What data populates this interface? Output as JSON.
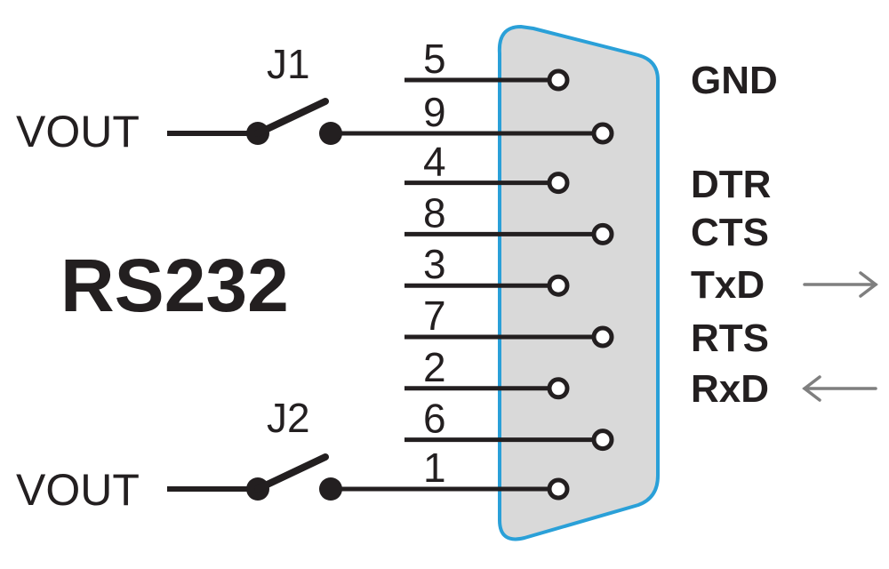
{
  "title": "RS232",
  "jumpers": [
    {
      "name": "J1",
      "source": "VOUT",
      "pin": "9"
    },
    {
      "name": "J2",
      "source": "VOUT",
      "pin": "1"
    }
  ],
  "pins": [
    "5",
    "9",
    "4",
    "8",
    "3",
    "7",
    "2",
    "6",
    "1"
  ],
  "signals": [
    {
      "pin": "5",
      "label": "GND",
      "arrow": ""
    },
    {
      "pin": "4",
      "label": "DTR",
      "arrow": ""
    },
    {
      "pin": "8",
      "label": "CTS",
      "arrow": ""
    },
    {
      "pin": "3",
      "label": "TxD",
      "arrow": "out"
    },
    {
      "pin": "7",
      "label": "RTS",
      "arrow": ""
    },
    {
      "pin": "2",
      "label": "RxD",
      "arrow": "in"
    }
  ],
  "colors": {
    "connector_fill": "#d9d9d9",
    "connector_stroke": "#2aa0d8",
    "line": "#231f20",
    "arrow": "#7f7f7f"
  }
}
